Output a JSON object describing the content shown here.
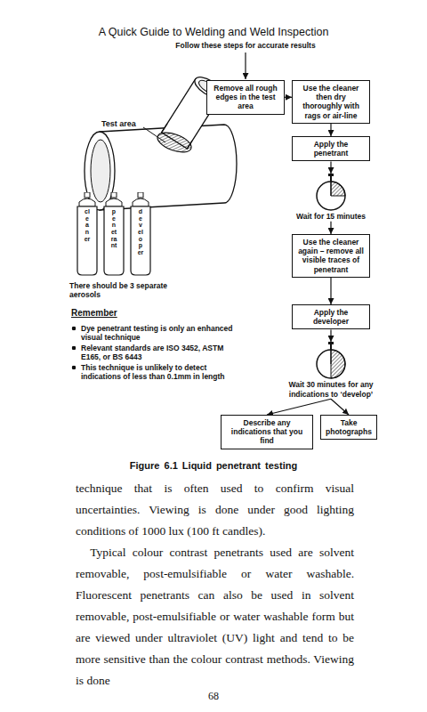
{
  "diagram": {
    "title": "Follow these steps for accurate results",
    "caption": "Figure 6.1 Liquid penetrant testing",
    "nodes": [
      {
        "text": [
          "Remove all rough edges in the test area"
        ]
      },
      {
        "text": [
          "Use the cleaner then dry thoroughly with rags or air-line"
        ]
      },
      {
        "text": [
          "Apply the penetrant"
        ]
      },
      {
        "text": [
          "Wait for 15 minutes"
        ]
      },
      {
        "text": [
          "Use the cleaner again – remove all visible traces of penetrant"
        ]
      },
      {
        "text": [
          "Apply the developer"
        ]
      },
      {
        "text": [
          "Wait 30 minutes for any indications to ‘develop’"
        ]
      },
      {
        "text": [
          "Describe any indications that you find"
        ]
      },
      {
        "text": [
          "Take photographs"
        ]
      },
      {
        "text": [
          "cleaner"
        ]
      },
      {
        "text": [
          "penetrant"
        ]
      },
      {
        "text": [
          "developer"
        ]
      }
    ],
    "edges": [
      {
        "from": 0,
        "to": 1,
        "arrow": "to"
      },
      {
        "from": 1,
        "to": 2,
        "arrow": "to"
      },
      {
        "from": 2,
        "to": 3,
        "arrow": "to"
      },
      {
        "from": 3,
        "to": 4,
        "arrow": "to"
      },
      {
        "from": 4,
        "to": 5,
        "arrow": "to"
      },
      {
        "from": 5,
        "to": 6,
        "arrow": "to"
      },
      {
        "from": 6,
        "to": 7,
        "arrow": "to"
      },
      {
        "from": 6,
        "to": 8,
        "arrow": "to"
      }
    ],
    "labels": [
      "A Quick Guide to Welding and Weld Inspection",
      "Test area",
      "There should be 3 separate aerosols",
      "Remember",
      "Dye penetrant testing is only an enhanced visual technique",
      "Relevant standards are ISO 3452, ASTM E165, or BS 6443",
      "This technique is unlikely to detect indications of less than 0.1mm in length",
      "technique that is often used to confirm visual uncertainties. Viewing is done under good lighting conditions of 1000 lux (100 ft candles).",
      "Typical colour contrast penetrants used are solvent removable, post-emulsifiable or water washable. Fluorescent penetrants can also be used in solvent removable, post-emulsifiable or water washable form but are viewed under ultraviolet (UV) light and tend to be more sensitive than the colour contrast methods. Viewing is done",
      "68"
    ]
  }
}
